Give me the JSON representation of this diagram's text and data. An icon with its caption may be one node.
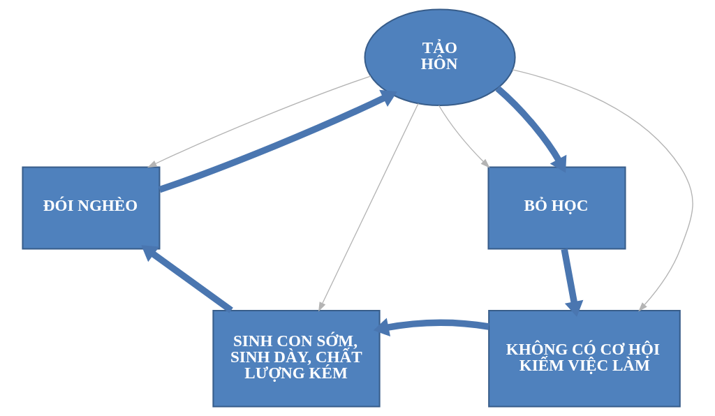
{
  "diagram": {
    "nodes": [
      {
        "text": [
          "TẢO HÔN"
        ]
      },
      {
        "text": [
          "ĐÓI NGHÈO"
        ]
      },
      {
        "text": [
          "BỎ HỌC"
        ]
      },
      {
        "text": [
          "SINH CON SỚM, SINH DÀY, CHẤT LƯỢNG KÉM"
        ]
      },
      {
        "text": [
          "KHÔNG CÓ CƠ HỘI KIẾM VIỆC LÀM"
        ]
      }
    ],
    "edges": [
      {
        "from": 0,
        "to": 1,
        "arrow": "to",
        "color": "#b4b4b4"
      },
      {
        "from": 0,
        "to": 2,
        "arrow": "to",
        "color": "#b4b4b4"
      },
      {
        "from": 0,
        "to": 3,
        "arrow": "to",
        "color": "#b4b4b4"
      },
      {
        "from": 0,
        "to": 4,
        "arrow": "to",
        "color": "#b4b4b4"
      },
      {
        "from": 0,
        "to": 2,
        "arrow": "to"
      },
      {
        "from": 2,
        "to": 4,
        "arrow": "to"
      },
      {
        "from": 4,
        "to": 3,
        "arrow": "to"
      },
      {
        "from": 3,
        "to": 1,
        "arrow": "to"
      },
      {
        "from": 1,
        "to": 0,
        "arrow": "to"
      }
    ]
  }
}
